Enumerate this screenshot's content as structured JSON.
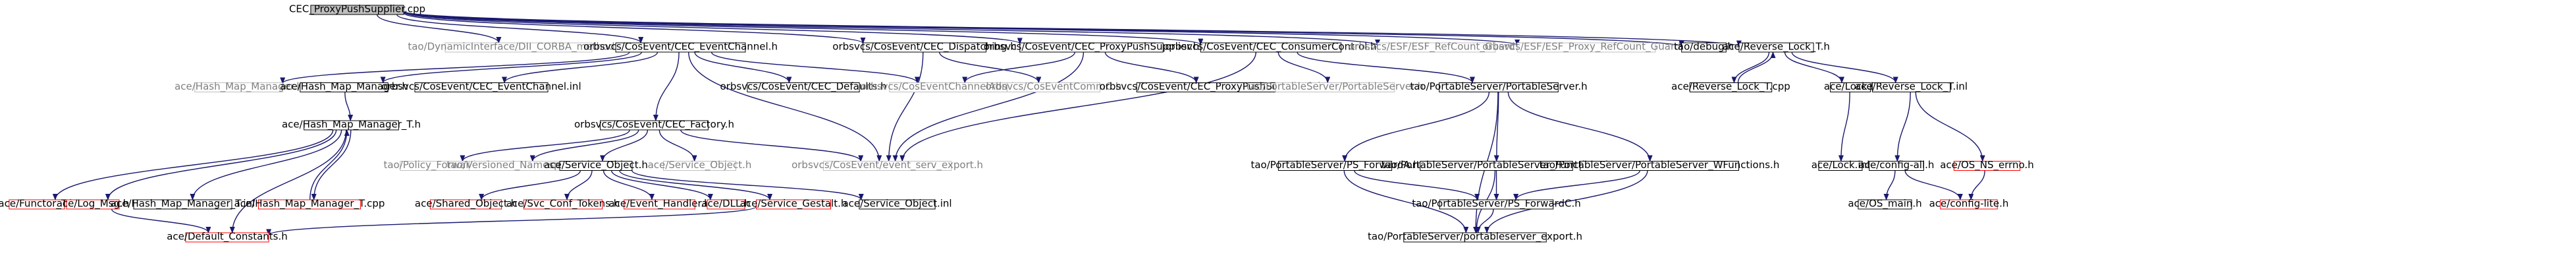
{
  "colors": {
    "root_fill": "#bfbfbf",
    "default_border": "#000000",
    "default_text": "#000000",
    "missing_border": "#ff0000",
    "missing_text": "#000000",
    "external_border": "#bfbfbf",
    "external_text": "#808080",
    "edge_color": "#191970"
  },
  "nodes": [
    {
      "id": "root",
      "label": "CEC_ProxyPushSupplier.cpp",
      "style": "root"
    },
    {
      "id": "dii",
      "label": "tao/DynamicInterface/DII_CORBA_methods.h",
      "style": "external"
    },
    {
      "id": "cec_channel",
      "label": "orbsvcs/CosEvent/CEC_EventChannel.h",
      "style": "default"
    },
    {
      "id": "cec_dispatching",
      "label": "orbsvcs/CosEvent/CEC_Dispatching.h",
      "style": "default"
    },
    {
      "id": "cec_proxypush",
      "label": "orbsvcs/CosEvent/CEC_ProxyPushSupplier.h",
      "style": "default"
    },
    {
      "id": "cec_consumer",
      "label": "orbsvcs/CosEvent/CEC_ConsumerControl.h",
      "style": "default"
    },
    {
      "id": "esf_guard",
      "label": "orbsvcs/ESF/ESF_RefCount_Guard.h",
      "style": "external"
    },
    {
      "id": "esf_proxy",
      "label": "orbsvcs/ESF/ESF_Proxy_RefCount_Guard.h",
      "style": "external"
    },
    {
      "id": "debug",
      "label": "tao/debug.h",
      "style": "default"
    },
    {
      "id": "reverse_lock",
      "label": "ace/Reverse_Lock_T.h",
      "style": "default"
    },
    {
      "id": "hash_ext",
      "label": "ace/Hash_Map_Manager.h",
      "style": "external"
    },
    {
      "id": "hash_mgr",
      "label": "ace/Hash_Map_Manager.h",
      "style": "default"
    },
    {
      "id": "cec_channel_inl",
      "label": "orbsvcs/CosEvent/CEC_EventChannel.inl",
      "style": "default"
    },
    {
      "id": "cec_factory",
      "label": "orbsvcs/CosEvent/CEC_Factory.h",
      "style": "default"
    },
    {
      "id": "cec_defaults",
      "label": "orbsvcs/CosEvent/CEC_Defaults.h",
      "style": "default"
    },
    {
      "id": "admin",
      "label": "orbsvcs/CosEventChannelAdminS.h",
      "style": "external"
    },
    {
      "id": "commc",
      "label": "orbsvcs/CosEventCommC.h",
      "style": "external"
    },
    {
      "id": "proxypush_inl",
      "label": "orbsvcs/CosEvent/CEC_ProxyPushSupplier.inl",
      "style": "default"
    },
    {
      "id": "portable_ext",
      "label": "tao/PortableServer/PortableServer.h",
      "style": "external"
    },
    {
      "id": "portable",
      "label": "tao/PortableServer/PortableServer.h",
      "style": "default"
    },
    {
      "id": "reverse_cpp",
      "label": "ace/Reverse_Lock_T.cpp",
      "style": "default"
    },
    {
      "id": "lock_h",
      "label": "ace/Lock.h",
      "style": "default"
    },
    {
      "id": "reverse_inl",
      "label": "ace/Reverse_Lock_T.inl",
      "style": "default"
    },
    {
      "id": "hash_t",
      "label": "ace/Hash_Map_Manager_T.h",
      "style": "default"
    },
    {
      "id": "policy",
      "label": "tao/Policy_ForwardC.h",
      "style": "external"
    },
    {
      "id": "versioned",
      "label": "tao/Versioned_Namespace.h",
      "style": "external"
    },
    {
      "id": "service_obj",
      "label": "ace/Service_Object.h",
      "style": "default"
    },
    {
      "id": "service_obj_ext",
      "label": "ace/Service_Object.h",
      "style": "external"
    },
    {
      "id": "serv_export",
      "label": "orbsvcs/CosEvent/event_serv_export.h",
      "style": "external"
    },
    {
      "id": "ps_forwarda",
      "label": "tao/PortableServer/PS_ForwardA.h",
      "style": "default"
    },
    {
      "id": "ps_functions",
      "label": "tao/PortableServer/PortableServer_Functions.h",
      "style": "default"
    },
    {
      "id": "ps_wfunctions",
      "label": "tao/PortableServer/PortableServer_WFunctions.h",
      "style": "default"
    },
    {
      "id": "lock_inl",
      "label": "ace/Lock.inl",
      "style": "default"
    },
    {
      "id": "config_all",
      "label": "ace/config-all.h",
      "style": "default"
    },
    {
      "id": "os_ns_errno",
      "label": "ace/OS_NS_errno.h",
      "style": "missing"
    },
    {
      "id": "functor",
      "label": "ace/Functor_T.h",
      "style": "missing"
    },
    {
      "id": "log_msg",
      "label": "ace/Log_Msg.h",
      "style": "missing"
    },
    {
      "id": "hash_t_inl",
      "label": "ace/Hash_Map_Manager_T.inl",
      "style": "default"
    },
    {
      "id": "hash_t_cpp",
      "label": "ace/Hash_Map_Manager_T.cpp",
      "style": "missing"
    },
    {
      "id": "shared_obj",
      "label": "ace/Shared_Object.h",
      "style": "missing"
    },
    {
      "id": "svc_conf",
      "label": "ace/Svc_Conf_Tokens.h",
      "style": "missing"
    },
    {
      "id": "event_handler",
      "label": "ace/Event_Handler.h",
      "style": "missing"
    },
    {
      "id": "dll",
      "label": "ace/DLL.h",
      "style": "missing"
    },
    {
      "id": "service_gestalt",
      "label": "ace/Service_Gestalt.h",
      "style": "missing"
    },
    {
      "id": "service_obj_inl",
      "label": "ace/Service_Object.inl",
      "style": "default"
    },
    {
      "id": "ps_forwardc",
      "label": "tao/PortableServer/PS_ForwardC.h",
      "style": "default"
    },
    {
      "id": "os_main",
      "label": "ace/OS_main.h",
      "style": "default"
    },
    {
      "id": "config_lite",
      "label": "ace/config-lite.h",
      "style": "missing"
    },
    {
      "id": "default_constants",
      "label": "ace/Default_Constants.h",
      "style": "missing"
    },
    {
      "id": "ps_export",
      "label": "tao/PortableServer/portableserver_export.h",
      "style": "default"
    }
  ],
  "edges": [
    {
      "from": "root",
      "to": "dii"
    },
    {
      "from": "root",
      "to": "cec_channel"
    },
    {
      "from": "root",
      "to": "cec_dispatching"
    },
    {
      "from": "root",
      "to": "cec_proxypush"
    },
    {
      "from": "root",
      "to": "cec_consumer"
    },
    {
      "from": "root",
      "to": "esf_guard"
    },
    {
      "from": "root",
      "to": "esf_proxy"
    },
    {
      "from": "root",
      "to": "debug"
    },
    {
      "from": "root",
      "to": "reverse_lock"
    },
    {
      "from": "cec_channel",
      "to": "hash_ext"
    },
    {
      "from": "cec_channel",
      "to": "hash_mgr"
    },
    {
      "from": "cec_channel",
      "to": "cec_channel_inl"
    },
    {
      "from": "cec_channel",
      "to": "cec_factory"
    },
    {
      "from": "cec_channel",
      "to": "cec_defaults"
    },
    {
      "from": "cec_channel",
      "to": "admin"
    },
    {
      "from": "cec_channel",
      "to": "serv_export"
    },
    {
      "from": "cec_dispatching",
      "to": "commc"
    },
    {
      "from": "cec_dispatching",
      "to": "serv_export"
    },
    {
      "from": "cec_proxypush",
      "to": "admin"
    },
    {
      "from": "cec_proxypush",
      "to": "proxypush_inl"
    },
    {
      "from": "cec_proxypush",
      "to": "serv_export"
    },
    {
      "from": "cec_consumer",
      "to": "portable_ext"
    },
    {
      "from": "cec_consumer",
      "to": "portable"
    },
    {
      "from": "cec_consumer",
      "to": "serv_export"
    },
    {
      "from": "reverse_lock",
      "to": "reverse_cpp"
    },
    {
      "from": "reverse_lock",
      "to": "lock_h"
    },
    {
      "from": "reverse_lock",
      "to": "reverse_inl"
    },
    {
      "from": "reverse_cpp",
      "to": "reverse_lock"
    },
    {
      "from": "hash_mgr",
      "to": "hash_t"
    },
    {
      "from": "cec_factory",
      "to": "policy"
    },
    {
      "from": "cec_factory",
      "to": "versioned"
    },
    {
      "from": "cec_factory",
      "to": "service_obj"
    },
    {
      "from": "cec_factory",
      "to": "service_obj_ext"
    },
    {
      "from": "cec_factory",
      "to": "serv_export"
    },
    {
      "from": "portable",
      "to": "ps_forwarda"
    },
    {
      "from": "portable",
      "to": "ps_functions"
    },
    {
      "from": "portable",
      "to": "ps_wfunctions"
    },
    {
      "from": "portable",
      "to": "ps_export"
    },
    {
      "from": "lock_h",
      "to": "lock_inl"
    },
    {
      "from": "reverse_inl",
      "to": "config_all"
    },
    {
      "from": "reverse_inl",
      "to": "os_ns_errno"
    },
    {
      "from": "hash_t",
      "to": "functor"
    },
    {
      "from": "hash_t",
      "to": "log_msg"
    },
    {
      "from": "hash_t",
      "to": "hash_t_inl"
    },
    {
      "from": "hash_t",
      "to": "hash_t_cpp"
    },
    {
      "from": "hash_t",
      "to": "default_constants"
    },
    {
      "from": "hash_t_cpp",
      "to": "hash_t"
    },
    {
      "from": "service_obj",
      "to": "shared_obj"
    },
    {
      "from": "service_obj",
      "to": "svc_conf"
    },
    {
      "from": "service_obj",
      "to": "event_handler"
    },
    {
      "from": "service_obj",
      "to": "dll"
    },
    {
      "from": "service_obj",
      "to": "service_gestalt"
    },
    {
      "from": "service_obj",
      "to": "service_obj_inl"
    },
    {
      "from": "log_msg",
      "to": "default_constants"
    },
    {
      "from": "service_gestalt",
      "to": "default_constants"
    },
    {
      "from": "ps_forwarda",
      "to": "ps_forwardc"
    },
    {
      "from": "ps_forwarda",
      "to": "ps_export"
    },
    {
      "from": "ps_functions",
      "to": "ps_forwardc"
    },
    {
      "from": "ps_functions",
      "to": "ps_export"
    },
    {
      "from": "ps_wfunctions",
      "to": "ps_forwardc"
    },
    {
      "from": "ps_wfunctions",
      "to": "ps_export"
    },
    {
      "from": "ps_forwardc",
      "to": "ps_export"
    },
    {
      "from": "config_all",
      "to": "os_main"
    },
    {
      "from": "config_all",
      "to": "config_lite"
    },
    {
      "from": "os_ns_errno",
      "to": "config_lite"
    }
  ]
}
